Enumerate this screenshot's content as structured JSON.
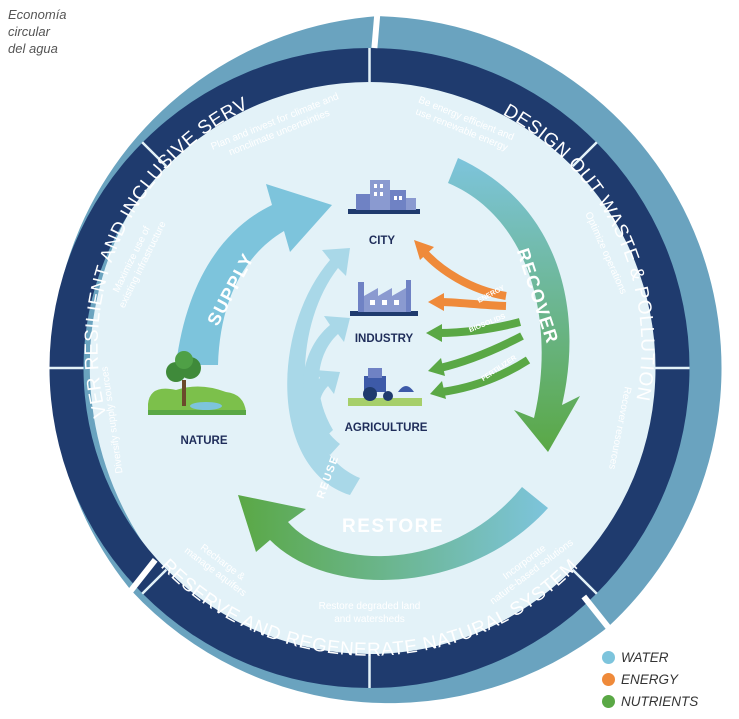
{
  "page_title": [
    "Economía",
    "circular",
    "del agua"
  ],
  "colors": {
    "water": "#7dc4dc",
    "energy": "#ef8a3a",
    "nutrients": "#5aa845",
    "ring_band": "#6aa3bf",
    "action_band": "#1f3b6e",
    "background_disc": "#e3f2f8",
    "node_text": "#1f2d5a"
  },
  "principles": {
    "deliver": "DELIVER RESILIENT AND INCLUSIVE SERVICES",
    "design": "DESIGN OUT WASTE & POLLUTION",
    "preserve": "PRESERVE AND REGENERATE NATURAL SYSTEMS"
  },
  "actions": {
    "plan": [
      "Plan and invest for climate and",
      "nonclimate uncertainties"
    ],
    "maximize": [
      "Maximize use of",
      "existing infrastructure"
    ],
    "diversify": [
      "Diversify supply sources"
    ],
    "energy_efficient": [
      "Be energy efficient and",
      "use renewable energy"
    ],
    "optimize": [
      "Optimize operations"
    ],
    "recover_resources": [
      "Recover resources"
    ],
    "recharge": [
      "Recharge &",
      "manage aquifers"
    ],
    "restore_land": [
      "Restore degraded land",
      "and watersheds"
    ],
    "incorporate": [
      "Incorporate",
      "nature-based solutions"
    ]
  },
  "cycle": {
    "supply": "SUPPLY",
    "recover": "RECOVER",
    "restore": "RESTORE",
    "reuse": "REUSE"
  },
  "nodes": {
    "city": "CITY",
    "industry": "INDUSTRY",
    "agriculture": "AGRICULTURE",
    "nature": "NATURE"
  },
  "flows": {
    "energy": "ENERGY",
    "biosolids": "BIOSOLIDS",
    "fertilizer": "FERTILIZER"
  },
  "legend": [
    {
      "label": "WATER",
      "color": "#7dc4dc"
    },
    {
      "label": "ENERGY",
      "color": "#ef8a3a"
    },
    {
      "label": "NUTRIENTS",
      "color": "#5aa845"
    }
  ]
}
